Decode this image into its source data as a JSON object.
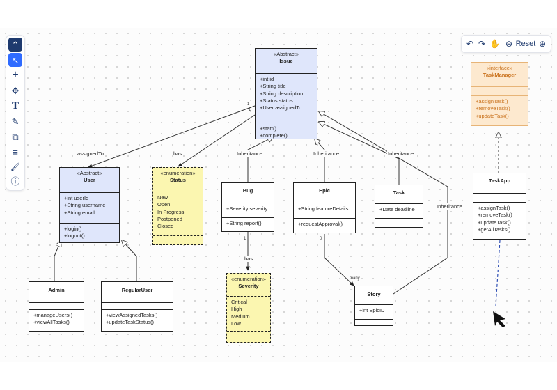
{
  "toolbar": {
    "items": [
      {
        "icon": "collapse-icon",
        "glyph": "⌃"
      },
      {
        "icon": "select-pointer-icon",
        "glyph": "↖"
      },
      {
        "icon": "add-icon",
        "glyph": "+"
      },
      {
        "icon": "move-icon",
        "glyph": "✥"
      },
      {
        "icon": "text-icon",
        "glyph": "T"
      },
      {
        "icon": "pencil-icon",
        "glyph": "✎"
      },
      {
        "icon": "add-shape-icon",
        "glyph": "⧉"
      },
      {
        "icon": "sliders-icon",
        "glyph": "≡"
      },
      {
        "icon": "brush-icon",
        "glyph": "🖌"
      },
      {
        "icon": "info-icon",
        "glyph": "ⓘ"
      }
    ]
  },
  "view_controls": {
    "undo": "↶",
    "redo": "↷",
    "pan": "✋",
    "zoom_out": "⊖",
    "reset": "Reset",
    "zoom_in": "⊕"
  },
  "colors": {
    "accent_dark": "#1e3a6e",
    "accent_blue": "#2f6bff",
    "class_blue": "#dfe6fb",
    "enum_yellow": "#fbf6b0",
    "interface_orange": "#fde9cf",
    "dependency_blue": "#2f4fb5"
  },
  "diagram": {
    "issue": {
      "stereotype": "«Abstract»",
      "name": "Issue",
      "attributes": [
        "+int id",
        "+String title",
        "+String description",
        "+Status status",
        "+User assignedTo"
      ],
      "methods": [
        "+start()",
        "+complete()"
      ]
    },
    "task_manager": {
      "stereotype": "«interface»",
      "name": "TaskManager",
      "methods": [
        "+assignTask()",
        "+removeTask()",
        "+updateTask()"
      ]
    },
    "user": {
      "stereotype": "«Abstract»",
      "name": "User",
      "attributes": [
        "+int userId",
        "+String username",
        "+String email"
      ],
      "methods": [
        "+login()",
        "+logout()"
      ]
    },
    "status": {
      "stereotype": "«enumeration»",
      "name": "Status",
      "values": [
        "New",
        "Open",
        "In Progress",
        "Postponed",
        "Closed"
      ]
    },
    "bug": {
      "name": "Bug",
      "attributes": [
        "+Severity severity"
      ],
      "methods": [
        "+String report()"
      ]
    },
    "epic": {
      "name": "Epic",
      "attributes": [
        "+String featureDetails"
      ],
      "methods": [
        "+requestApproval()"
      ]
    },
    "task": {
      "name": "Task",
      "attributes": [
        "+Date deadline"
      ]
    },
    "task_app": {
      "name": "TaskApp",
      "methods": [
        "+assignTask()",
        "+removeTask()",
        "+updateTask()",
        "+getAllTasks()"
      ]
    },
    "severity": {
      "stereotype": "«enumeration»",
      "name": "Severity",
      "values": [
        "Critical",
        "High",
        "Medium",
        "Low"
      ]
    },
    "admin": {
      "name": "Admin",
      "methods": [
        "+manageUsers()",
        "+viewAllTasks()"
      ]
    },
    "regular_user": {
      "name": "RegularUser",
      "methods": [
        "+viewAssignedTasks()",
        "+updateTaskStatus()"
      ]
    },
    "story": {
      "name": "Story",
      "attributes": [
        "+int EpicID"
      ]
    },
    "labels": {
      "assigned_to": "assignedTo",
      "has_status": "has",
      "inh_bug": "Inheritance",
      "inh_epic": "Inheritance",
      "inh_task": "Inheritance",
      "inh_story": "Inheritance",
      "has_severity": "has",
      "mult_issue_1a": "1",
      "mult_issue_1b": "1",
      "mult_bug_1": "1",
      "mult_epic_0": "0",
      "mult_many": "many"
    }
  }
}
